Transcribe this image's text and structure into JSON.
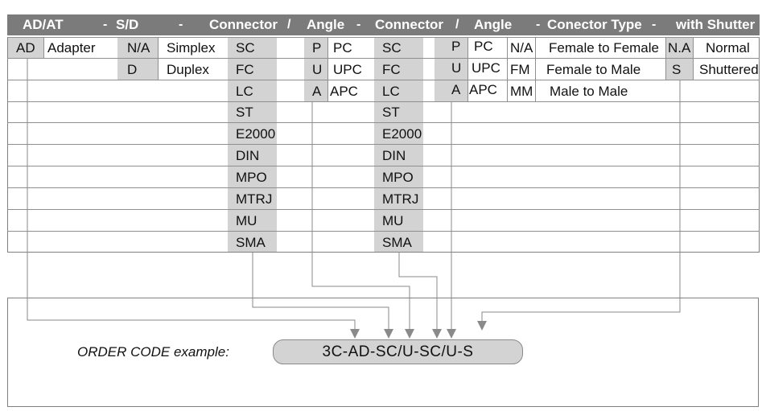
{
  "header": {
    "ad_at": "AD/AT",
    "sd": "S/D",
    "connector1": "Connector",
    "angle1": "Angle",
    "connector2": "Connector",
    "angle2": "Angle",
    "connector_type": "Conector Type",
    "with_shutter": "with Shutter",
    "dash": "-",
    "slash": "/"
  },
  "adapter": {
    "code": "AD",
    "label": "Adapter"
  },
  "sd_options": [
    {
      "code": "N/A",
      "label": "Simplex"
    },
    {
      "code": "D",
      "label": "Duplex"
    }
  ],
  "connectors": [
    "SC",
    "FC",
    "LC",
    "ST",
    "E2000",
    "DIN",
    "MPO",
    "MTRJ",
    "MU",
    "SMA"
  ],
  "angles": [
    {
      "code": "P",
      "label": "PC"
    },
    {
      "code": "U",
      "label": "UPC"
    },
    {
      "code": "A",
      "label": "APC"
    }
  ],
  "connector_types": [
    {
      "code": "N/A",
      "label": "Female to Female"
    },
    {
      "code": "FM",
      "label": "Female to Male"
    },
    {
      "code": "MM",
      "label": "Male to Male"
    }
  ],
  "shutter_options": [
    {
      "code": "N.A",
      "label": "Normal"
    },
    {
      "code": "S",
      "label": "Shuttered"
    }
  ],
  "order": {
    "label": "ORDER CODE example:",
    "code": "3C-AD-SC/U-SC/U-S"
  },
  "colors": {
    "header_bg": "#7b7b7b",
    "cell_gray": "#d3d3d3",
    "line": "#808080"
  }
}
